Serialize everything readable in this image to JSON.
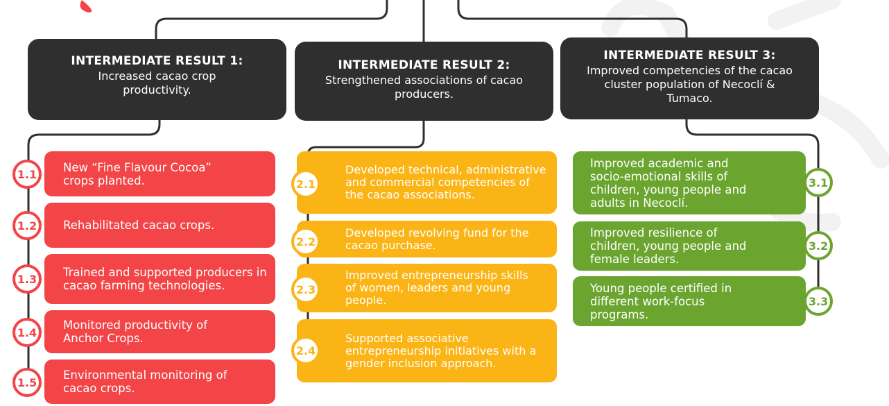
{
  "colors": {
    "dark": "#2f2f2f",
    "red": "#f34447",
    "yellow": "#fbb416",
    "green": "#6ba530",
    "connector": "#2f2f2f"
  },
  "intermediate_results": [
    {
      "title": "INTERMEDIATE RESULT 1:",
      "description": "Increased cacao crop productivity.",
      "items": [
        {
          "number": "1.1",
          "text": "New “Fine Flavour Cocoa” crops planted."
        },
        {
          "number": "1.2",
          "text": "Rehabilitated cacao crops."
        },
        {
          "number": "1.3",
          "text": "Trained and supported producers in cacao farming technologies."
        },
        {
          "number": "1.4",
          "text": "Monitored productivity of Anchor Crops."
        },
        {
          "number": "1.5",
          "text": "Environmental monitoring of cacao crops."
        }
      ]
    },
    {
      "title": "INTERMEDIATE RESULT 2:",
      "description": "Strengthened associations of cacao producers.",
      "items": [
        {
          "number": "2.1",
          "text": "Developed technical, administrative and commercial competencies of the cacao associations."
        },
        {
          "number": "2.2",
          "text": "Developed revolving fund for the cacao purchase."
        },
        {
          "number": "2.3",
          "text": "Improved entrepreneurship skills of women, leaders and young people."
        },
        {
          "number": "2.4",
          "text": "Supported associative entrepreneurship initiatives with a gender inclusion approach."
        }
      ]
    },
    {
      "title": "INTERMEDIATE RESULT 3:",
      "description": "Improved competencies of the cacao cluster population of Necoclí & Tumaco.",
      "items": [
        {
          "number": "3.1",
          "text": "Improved academic and socio-emotional skills of children, young people and adults in Necoclí."
        },
        {
          "number": "3.2",
          "text": "Improved resilience of children, young people and female leaders."
        },
        {
          "number": "3.3",
          "text": "Young people certified in different work-focus programs."
        }
      ]
    }
  ]
}
